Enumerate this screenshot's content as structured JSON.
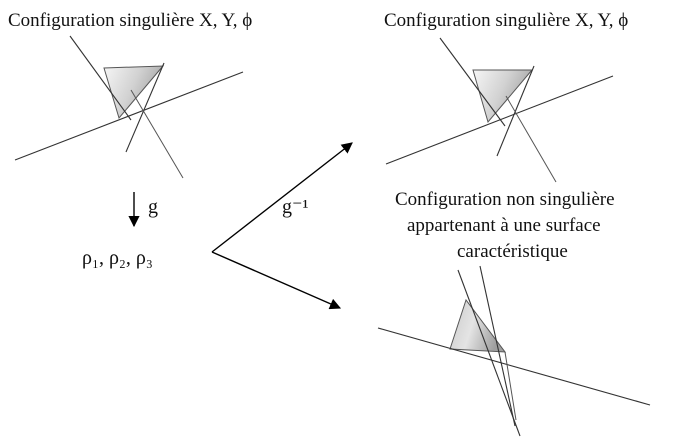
{
  "labels": {
    "title_left": "Configuration singulière X, Y, ϕ",
    "title_right": "Configuration singulière X, Y, ϕ",
    "map_g": "g",
    "rho_line": "ρ₁, ρ₂, ρ₃",
    "map_g_inv": "g⁻¹",
    "non_singular_line1": "Configuration non singulière",
    "non_singular_line2": "appartenant à une surface",
    "non_singular_line3": "caractéristique"
  },
  "colors": {
    "line": "#333333",
    "triangle_light": "#f4f4f4",
    "triangle_dark": "#a8a8a8",
    "text": "#111111"
  }
}
